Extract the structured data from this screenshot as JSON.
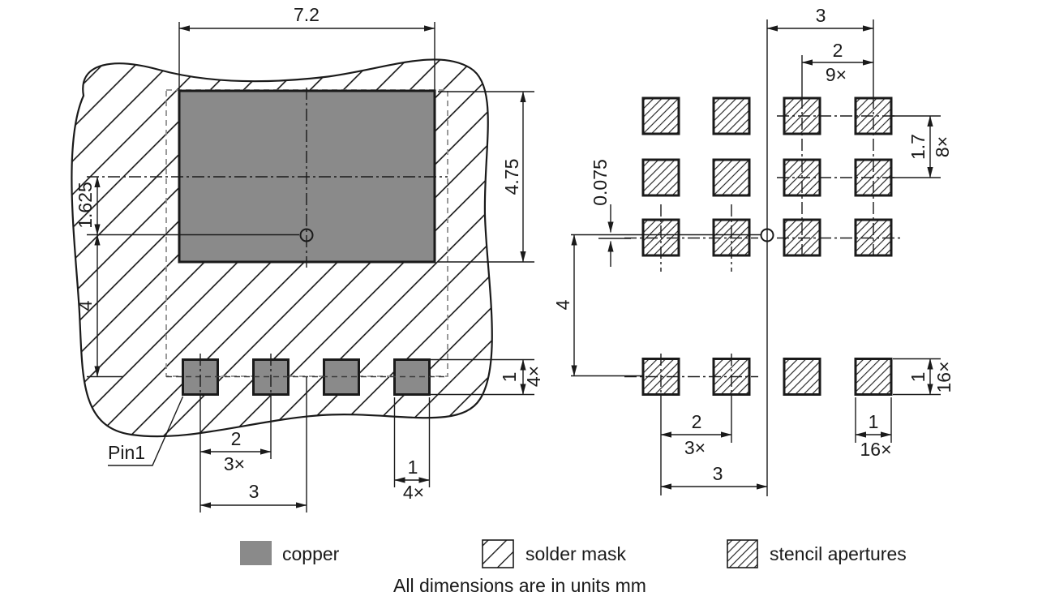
{
  "left_view": {
    "pin1_label": "Pin1",
    "dims": {
      "copper_width": "7.2",
      "copper_height": "4.75",
      "copper_center_offset": "1.625",
      "pad_row_offset": "4",
      "pad_height": "1",
      "pad_height_count": "4×",
      "pad_pitch": "2",
      "pad_pitch_count": "3×",
      "pad_span": "3",
      "pad_width": "1",
      "pad_width_count": "4×"
    }
  },
  "right_view": {
    "dims": {
      "col_span": "3",
      "col_pitch": "2",
      "col_pitch_count": "9×",
      "row_pitch": "1.7",
      "row_pitch_count": "8×",
      "row_offset": "0.075",
      "bottom_row_offset": "4",
      "aperture_pitch": "2",
      "aperture_pitch_count": "3×",
      "aperture_span": "3",
      "aperture_height": "1",
      "aperture_height_count": "16×",
      "aperture_width": "1",
      "aperture_width_count": "16×"
    }
  },
  "legend": {
    "copper_label": "copper",
    "solder_mask_label": "solder mask",
    "stencil_label": "stencil apertures"
  },
  "note": "All dimensions are in units mm",
  "colors": {
    "copper_fill": "#8A8A8A",
    "line": "#1A1A1A",
    "background": "#FFFFFF"
  }
}
